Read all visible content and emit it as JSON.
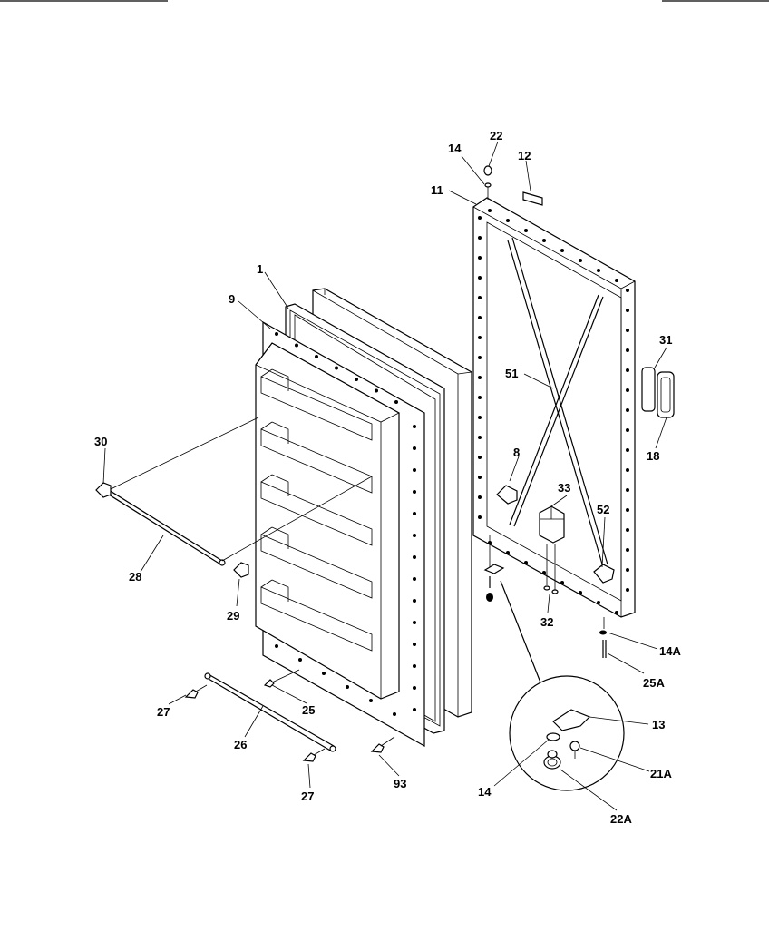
{
  "diagram": {
    "callouts": {
      "c1": "1",
      "c9": "9",
      "c30": "30",
      "c28": "28",
      "c29": "29",
      "c27a": "27",
      "c27b": "27",
      "c26": "26",
      "c25": "25",
      "c93": "93",
      "c14": "14",
      "c22": "22",
      "c12": "12",
      "c11": "11",
      "c31": "31",
      "c51": "51",
      "c18": "18",
      "c8": "8",
      "c33": "33",
      "c52": "52",
      "c32": "32",
      "c14A": "14A",
      "c25A": "25A",
      "c13": "13",
      "c14b": "14",
      "c21A": "21A",
      "c22A": "22A"
    }
  }
}
